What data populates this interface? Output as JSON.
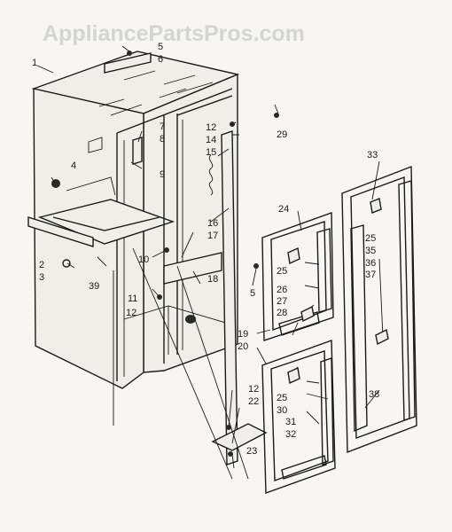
{
  "watermark": "AppliancePartsPros.com",
  "callouts": [
    {
      "id": "c1",
      "text": "1"
    },
    {
      "id": "c5a",
      "text": "5"
    },
    {
      "id": "c6",
      "text": "6"
    },
    {
      "id": "c7",
      "text": "7"
    },
    {
      "id": "c8",
      "text": "8"
    },
    {
      "id": "c9",
      "text": "9"
    },
    {
      "id": "c4",
      "text": "4"
    },
    {
      "id": "c12a",
      "text": "12"
    },
    {
      "id": "c14",
      "text": "14"
    },
    {
      "id": "c15",
      "text": "15"
    },
    {
      "id": "c29",
      "text": "29"
    },
    {
      "id": "c33",
      "text": "33"
    },
    {
      "id": "c24",
      "text": "24"
    },
    {
      "id": "c2",
      "text": "2"
    },
    {
      "id": "c3",
      "text": "3"
    },
    {
      "id": "c39",
      "text": "39"
    },
    {
      "id": "c10",
      "text": "10"
    },
    {
      "id": "c11",
      "text": "11"
    },
    {
      "id": "c12b",
      "text": "12"
    },
    {
      "id": "c16",
      "text": "16"
    },
    {
      "id": "c17",
      "text": "17"
    },
    {
      "id": "c18",
      "text": "18"
    },
    {
      "id": "c5b",
      "text": "5"
    },
    {
      "id": "c25a",
      "text": "25"
    },
    {
      "id": "c26",
      "text": "26"
    },
    {
      "id": "c27",
      "text": "27"
    },
    {
      "id": "c28",
      "text": "28"
    },
    {
      "id": "c19",
      "text": "19"
    },
    {
      "id": "c20",
      "text": "20"
    },
    {
      "id": "c25b",
      "text": "25"
    },
    {
      "id": "c35",
      "text": "35"
    },
    {
      "id": "c36",
      "text": "36"
    },
    {
      "id": "c37",
      "text": "37"
    },
    {
      "id": "c12c",
      "text": "12"
    },
    {
      "id": "c22",
      "text": "22"
    },
    {
      "id": "c25c",
      "text": "25"
    },
    {
      "id": "c30",
      "text": "30"
    },
    {
      "id": "c31",
      "text": "31"
    },
    {
      "id": "c32",
      "text": "32"
    },
    {
      "id": "c38",
      "text": "38"
    },
    {
      "id": "c23",
      "text": "23"
    }
  ]
}
